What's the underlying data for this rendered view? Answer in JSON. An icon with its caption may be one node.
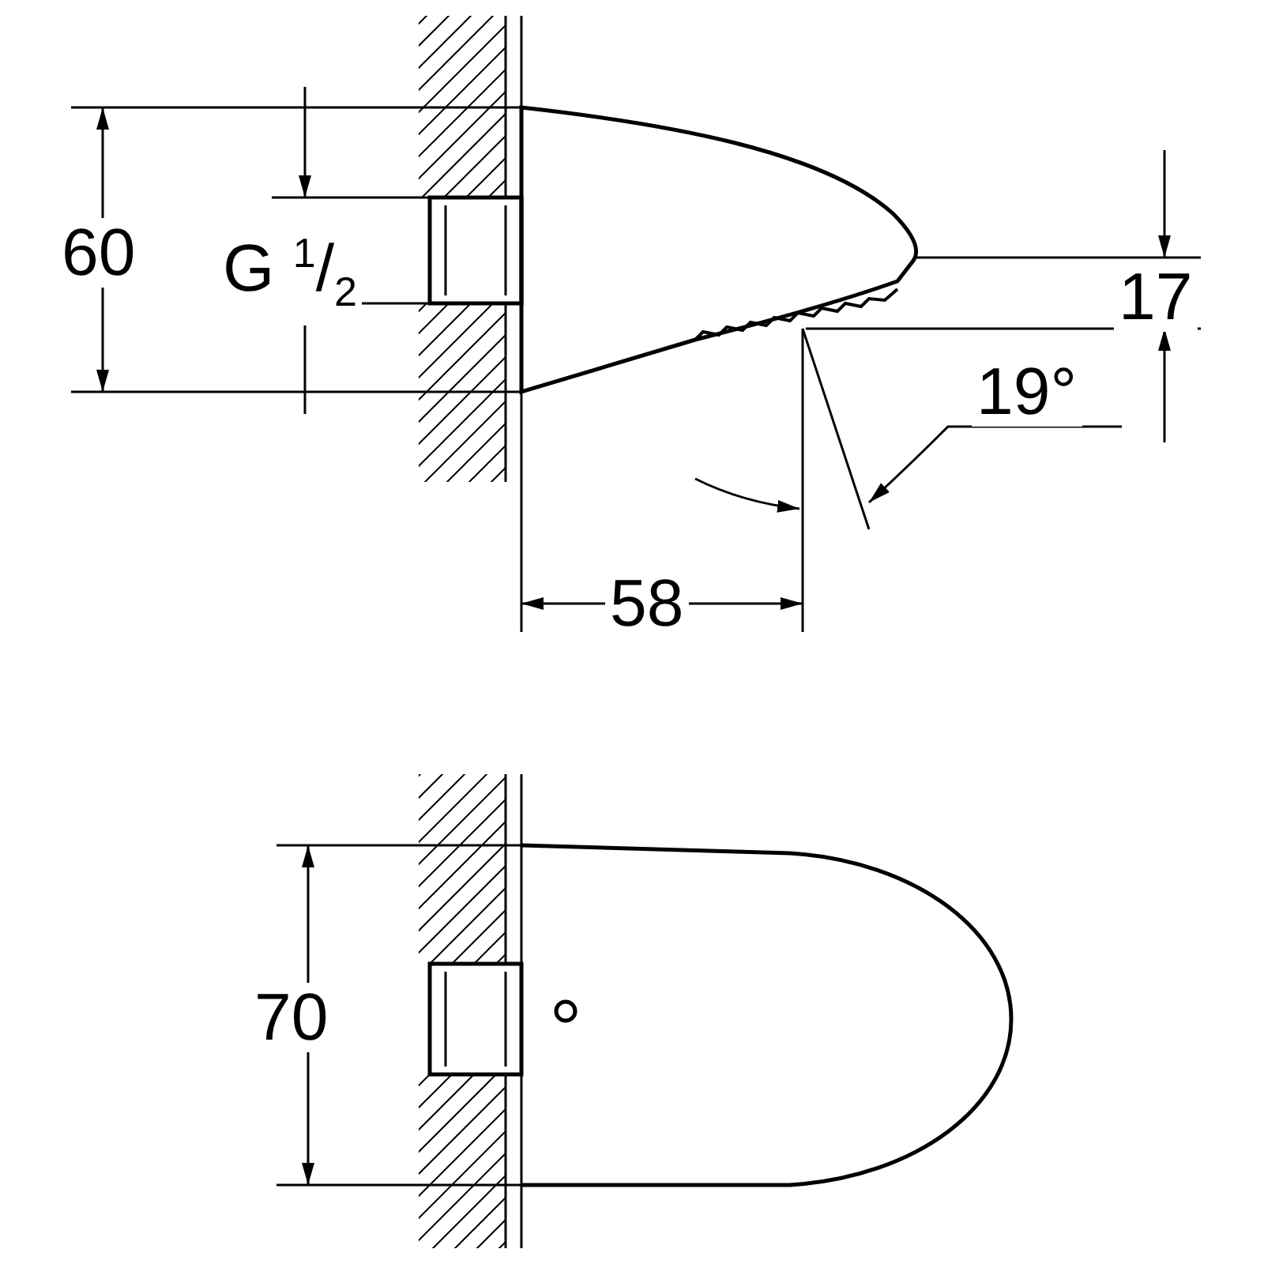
{
  "diagram": {
    "labels": [
      "60",
      "G $^{1}$/$_{2}$",
      "17",
      "19°",
      "58",
      "70"
    ]
  }
}
